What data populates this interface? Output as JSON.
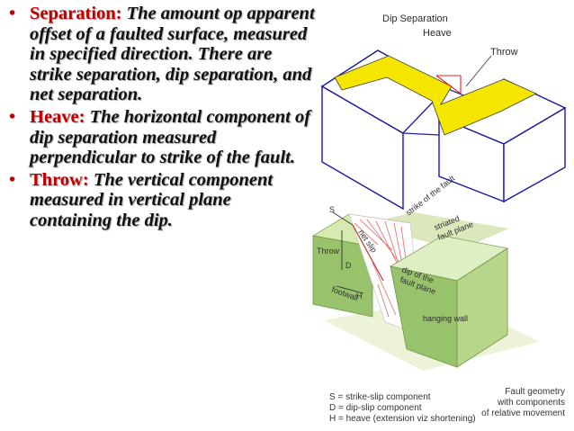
{
  "colors": {
    "term": "#c00000",
    "body_text": "#111111",
    "fault_layer": "#f5e600",
    "block_outline": "#1a1a9c",
    "throw_marker": "#e2202a"
  },
  "bullets": [
    {
      "term": "Separation:",
      "text": "The amount op apparent offset of a faulted surface, measured in specified direction. There are strike separation, dip separation, and net separation."
    },
    {
      "term": "Heave:",
      "text": "The horizontal component of dip separation measured perpendicular to strike of the fault."
    },
    {
      "term": "Throw:",
      "text": "The vertical component measured in vertical plane containing the dip."
    }
  ],
  "bullet_glyph": "•",
  "top_diagram": {
    "label_dip_separation": "Dip Separation",
    "label_heave": "Heave",
    "label_throw": "Throw"
  },
  "bottom_diagram": {
    "label_strike": "strike of the fault",
    "label_striated_1": "striated",
    "label_striated_2": "fault plane",
    "label_s": "S",
    "label_net_slip": "net slip",
    "label_throw": "Throw",
    "label_d": "D",
    "label_h": "H",
    "label_footwall": "footwall",
    "label_dip_plane_1": "dip of the",
    "label_dip_plane_2": "fault plane",
    "label_hanging_wall": "hanging wall",
    "legend_lines": [
      "S = strike-slip component",
      "D = dip-slip component",
      "H = heave (extension viz shortening)"
    ],
    "caption_lines": [
      "Fault geometry",
      "with components",
      "of relative movement"
    ]
  }
}
